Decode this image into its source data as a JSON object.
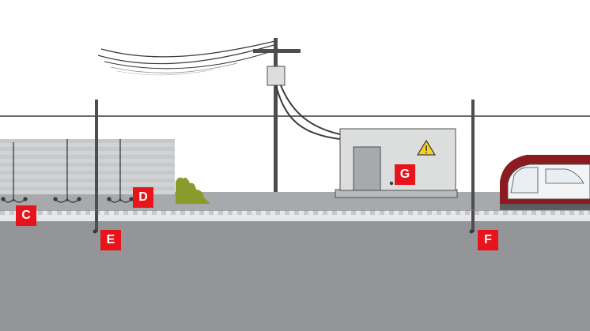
{
  "colors": {
    "marker": "#e8141b",
    "marker_text": "#ffffff",
    "ground": "#939598",
    "platform": "#a7a9ac",
    "track": "#e6e7e8",
    "pole": "#4d4d4f",
    "wire": "#3a3a3c",
    "substation": "#dcdddd",
    "door": "#a7a9ac",
    "warning": "#fbd11d",
    "shrub": "#8a9a2b",
    "train": "#8b1b20",
    "train_window": "#e8eef2"
  },
  "icons": [
    "warning-triangle-icon"
  ],
  "markers": [
    {
      "id": "c",
      "label": "C"
    },
    {
      "id": "d",
      "label": "D"
    },
    {
      "id": "e",
      "label": "E"
    },
    {
      "id": "f",
      "label": "F"
    },
    {
      "id": "g",
      "label": "G"
    }
  ]
}
